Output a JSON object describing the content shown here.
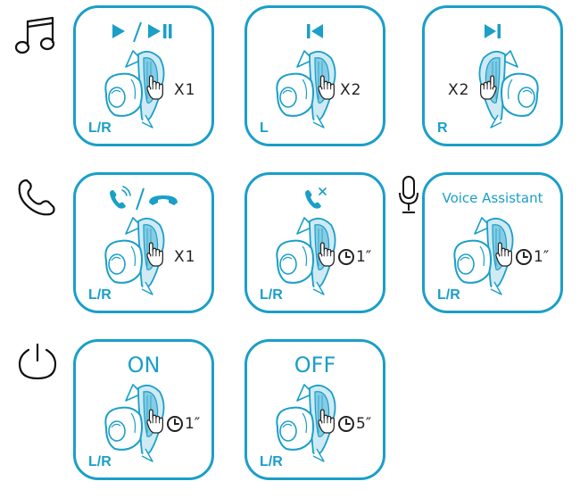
{
  "colors": {
    "accent": "#1a9fc8",
    "bud_light": "#cfeaf4",
    "bud_mid": "#86cce4",
    "ink": "#222222"
  },
  "category_icons": {
    "music": "music-note-icon",
    "call": "phone-icon",
    "mic": "microphone-icon",
    "power": "power-icon"
  },
  "music": {
    "play_pause": {
      "count": "X1",
      "side": "L/R"
    },
    "previous": {
      "count": "X2",
      "side": "L"
    },
    "next": {
      "count": "X2",
      "side": "R"
    }
  },
  "calls": {
    "answer_end": {
      "count": "X1",
      "side": "L/R"
    },
    "reject": {
      "hold": "1″",
      "side": "L/R"
    }
  },
  "voice": {
    "title": "Voice Assistant",
    "hold": "1″",
    "side": "L/R"
  },
  "power": {
    "on": {
      "title": "ON",
      "hold": "1″",
      "side": "L/R"
    },
    "off": {
      "title": "OFF",
      "hold": "5″",
      "side": "L/R"
    }
  }
}
